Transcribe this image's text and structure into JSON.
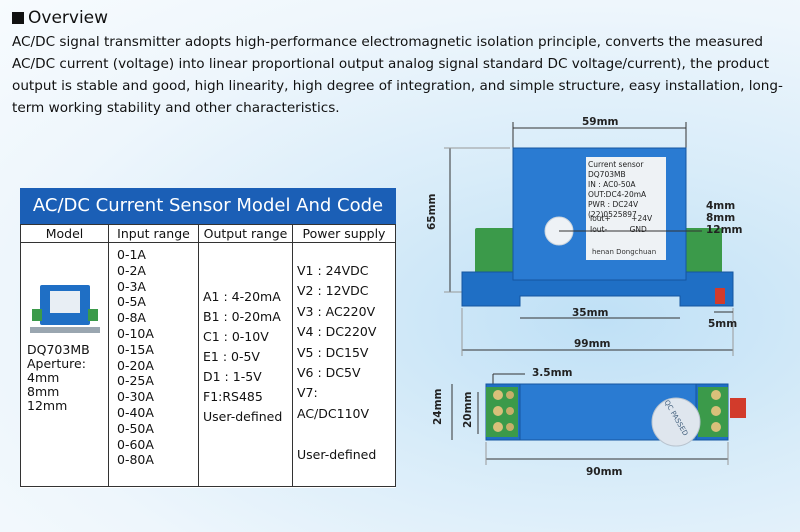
{
  "overview": {
    "heading": "Overview",
    "text": "AC/DC signal transmitter adopts high-performance electromagnetic isolation principle, converts the measured AC/DC current (voltage) into linear proportional output analog signal standard DC voltage/current), the product output is stable and good, high linearity, high degree of integration, and simple structure, easy installation, long-term working stability and other characteristics."
  },
  "spec_table": {
    "title": "AC/DC Current Sensor Model And Code",
    "headers": [
      "Model",
      "Input range",
      "Output range",
      "Power supply"
    ],
    "model_lines": [
      "DQ703MB",
      "Aperture:",
      "4mm",
      "8mm",
      "12mm"
    ],
    "input_ranges": [
      "0-1A",
      "0-2A",
      "0-3A",
      "0-5A",
      "0-8A",
      "0-10A",
      "0-15A",
      "0-20A",
      "0-25A",
      "0-30A",
      "0-40A",
      "0-50A",
      "0-60A",
      "0-80A"
    ],
    "output_ranges": [
      "A1 : 4-20mA",
      "B1 : 0-20mA",
      "C1 : 0-10V",
      "E1 : 0-5V",
      "D1 : 1-5V",
      "F1:RS485",
      "User-defined"
    ],
    "power_supplies": [
      "V1 : 24VDC",
      "V2 : 12VDC",
      "V3 :   AC220V",
      "V4 : DC220V",
      "V5 : DC15V",
      "V6 : DC5V",
      "V7:",
      "   AC/DC110V",
      "",
      "User-defined"
    ]
  },
  "front_view": {
    "dim_width": "59mm",
    "dim_height": "65mm",
    "dim_apertures": [
      "4mm",
      "8mm",
      "12mm"
    ],
    "dim_rail": "35mm",
    "dim_base": "99mm",
    "dim_offset": "5mm",
    "label_lines": [
      "Current sensor",
      "DQ703MB",
      "IN : AC0-50A",
      "OUT:DC4-20mA",
      "PWR : DC24V",
      "(22)0525897"
    ],
    "terminal_labels": [
      "Iout+",
      "+24V",
      "Iout-",
      "GND"
    ],
    "maker": "henan Dongchuan"
  },
  "top_view": {
    "dim_pitch": "3.5mm",
    "dim_outer": "24mm",
    "dim_inner": "20mm",
    "dim_length": "90mm",
    "sticker_text": "QC PASSED"
  },
  "colors": {
    "banner": "#1b5fb6",
    "sensor_body": "#1f6fc5",
    "terminal": "#3b9a4a",
    "rail": "#9aa6b0"
  }
}
